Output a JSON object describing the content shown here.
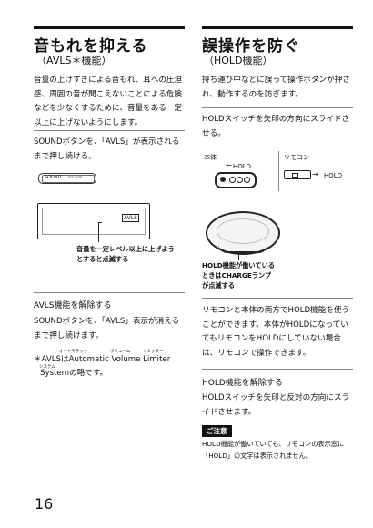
{
  "left": {
    "title": "音もれを抑える",
    "subtitle": "（AVLS＊機能）",
    "intro": "音量の上げすぎによる音もれ、耳への圧迫感、周囲の音が聞こえないことによる危険などを少なくするために、音量をある一定以上に上げないようにします。",
    "step": "SOUNDボタンを、「AVLS」が表示されるまで押し続ける。",
    "figure": {
      "lcd_small_1": "SOUND",
      "lcd_small_2": "NORM",
      "lcd_badge": "AVLS",
      "callout": "音量を一定レベル以上に上げようとすると点滅する"
    },
    "release_heading": "AVLS機能を解除する",
    "release_text": "SOUNDボタンを、「AVLS」表示が消えるまで押し続けます。",
    "footnote_line1": "＊AVLSはAutomatic Volume Limiter",
    "footnote_line2": "Systemの略です。",
    "ruby": {
      "automatic": "オートマチック",
      "volume": "ボリューム",
      "limiter": "リミッター",
      "system": "システム"
    }
  },
  "right": {
    "title": "誤操作を防ぐ",
    "subtitle": "（HOLD機能）",
    "intro": "持ち運び中などに誤って操作ボタンが押され、動作するのを防ぎます。",
    "step": "HOLDスイッチを矢印の方向にスライドさせる。",
    "figure": {
      "label_body": "本体",
      "label_remote": "リモコン",
      "hold_body": "HOLD",
      "hold_remote": "HOLD",
      "callout": "HOLD機能が働いているときはCHARGEランプが点滅する"
    },
    "para": "リモコンと本体の両方でHOLD機能を使うことができます。本体がHOLDになっていてもリモコンをHOLDにしていない場合は、リモコンで操作できます。",
    "release_heading": "HOLD機能を解除する",
    "release_text": "HOLDスイッチを矢印と反対の方向にスライドさせます。",
    "notice_label": "ご注意",
    "notice_text": "HOLD機能が働いていても、リモコンの表示窓に「HOLD」の文字は表示されません。"
  },
  "page_number": "16"
}
